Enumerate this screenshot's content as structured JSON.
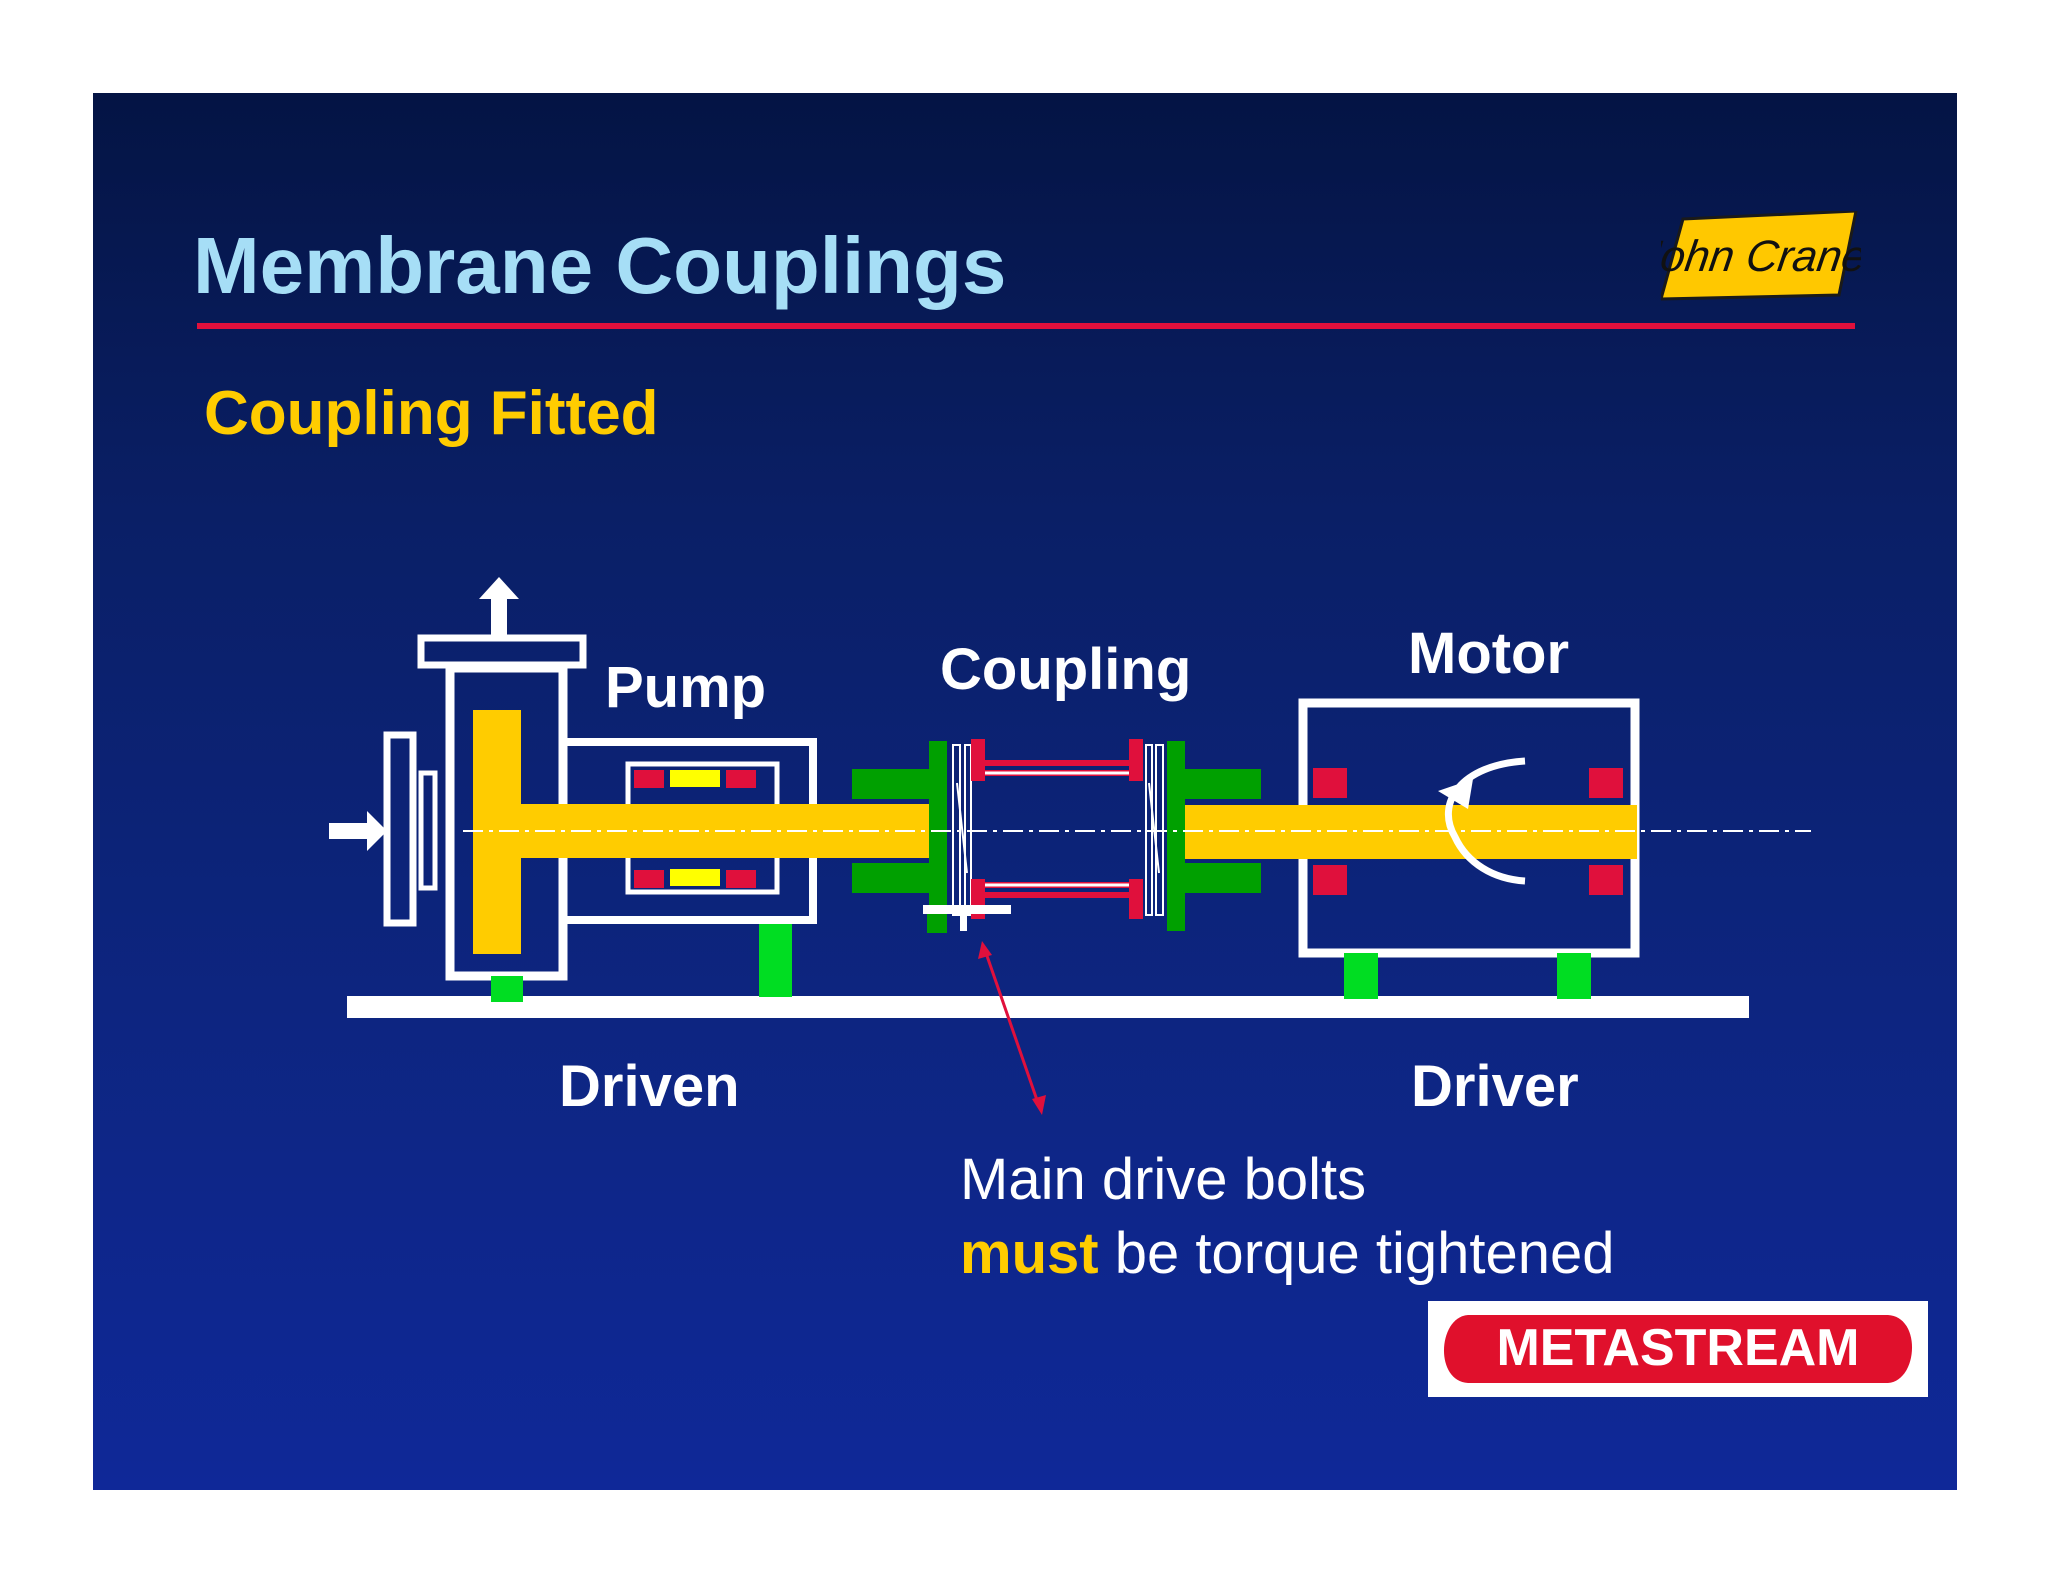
{
  "slide": {
    "title": "Membrane Couplings",
    "subtitle": "Coupling Fitted"
  },
  "logos": {
    "brand_top": "John Crane",
    "brand_bottom": "METASTREAM"
  },
  "diagram": {
    "labels": {
      "pump": "Pump",
      "coupling": "Coupling",
      "motor": "Motor",
      "driven": "Driven",
      "driver": "Driver"
    },
    "note": {
      "line1": "Main drive bolts",
      "line2_emphasis": "must",
      "line2_rest": " be torque tightened"
    }
  },
  "colors": {
    "background_top": "#041444",
    "background_bottom": "#0f2898",
    "title": "#a6def6",
    "title_rule": "#e0103c",
    "subtitle": "#ffcc00",
    "shaft": "#ffcc00",
    "hub": "#00a000",
    "support": "#00dd22",
    "spacer": "#e0103c",
    "bearing": "#e0103c",
    "outline": "#ffffff"
  }
}
